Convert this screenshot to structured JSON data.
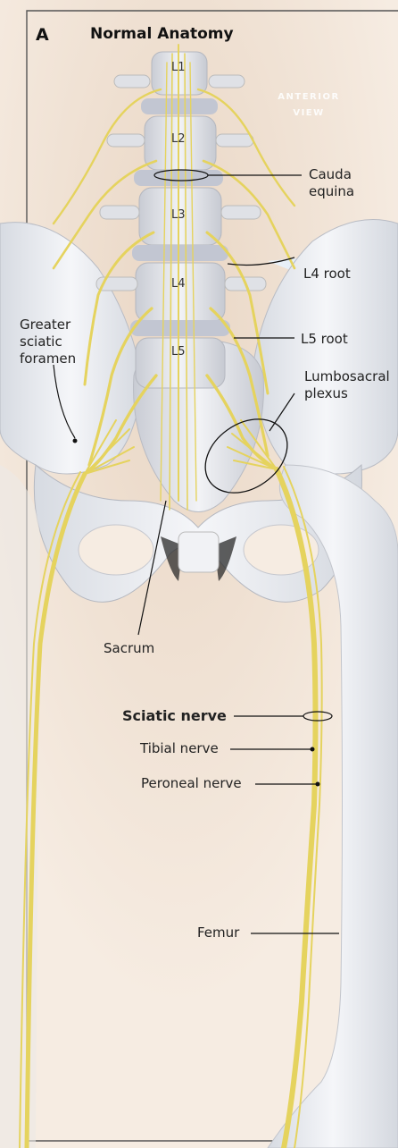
{
  "panel": {
    "letter": "A",
    "title": "Normal Anatomy"
  },
  "view": {
    "line1": "ANTERIOR",
    "line2": "VIEW"
  },
  "vertebrae": [
    "L1",
    "L2",
    "L3",
    "L4",
    "L5"
  ],
  "labels": {
    "cauda_equina": [
      "Cauda",
      "equina"
    ],
    "l4_root": "L4 root",
    "l5_root": "L5 root",
    "greater_sciatic_foramen": [
      "Greater",
      "sciatic",
      "foramen"
    ],
    "lumbosacral_plexus": [
      "Lumbosacral",
      "plexus"
    ],
    "sacrum": "Sacrum",
    "sciatic_nerve": "Sciatic nerve",
    "tibial_nerve": "Tibial nerve",
    "peroneal_nerve": "Peroneal nerve",
    "femur": "Femur"
  },
  "colors": {
    "background": "#f6ece2",
    "bone": "#eef0f4",
    "nerve": "#e8d96a",
    "leader": "#111111",
    "inset_blue": "#cfe2f2"
  }
}
